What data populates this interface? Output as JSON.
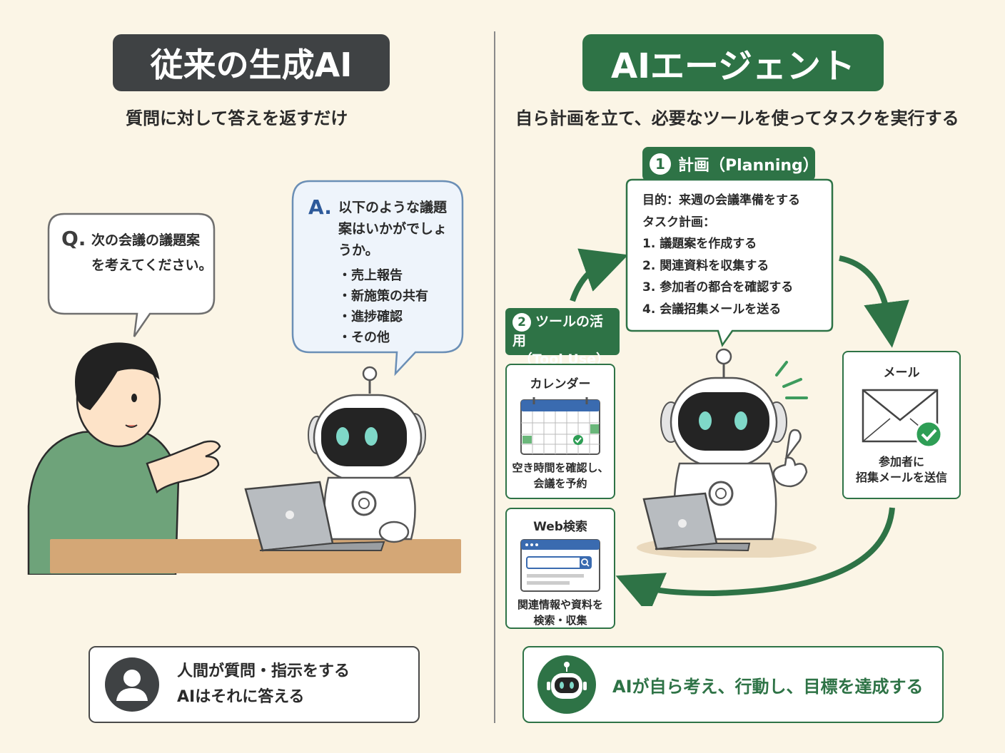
{
  "left": {
    "title": "従来の生成AI",
    "subtitle": "質問に対して答えを返すだけ",
    "question_mark": "Q.",
    "question_text": "次の会議の議題案を考えてください。",
    "answer_mark": "A.",
    "answer_text": "以下のような議題案はいかがでしょうか。",
    "answer_items": [
      "売上報告",
      "新施策の共有",
      "進捗確認",
      "その他"
    ],
    "bottom_line1": "人間が質問・指示をする",
    "bottom_line2": "AIはそれに答える"
  },
  "right": {
    "title": "AIエージェント",
    "subtitle": "自ら計画を立て、必要なツールを使ってタスクを実行する",
    "planning": {
      "number": "1",
      "label": "計画（Planning）",
      "lines": [
        "目的：来週の会議準備をする",
        "タスク計画：",
        "1. 議題案を作成する",
        "2. 関連資料を収集する",
        "3. 参加者の都合を確認する",
        "4. 会議招集メールを送る"
      ]
    },
    "tool_use": {
      "number": "2",
      "label_line1": "ツールの活用",
      "label_line2": "（Tool Use）"
    },
    "calendar": {
      "title": "カレンダー",
      "desc_line1": "空き時間を確認し、",
      "desc_line2": "会議を予約"
    },
    "web": {
      "title": "Web検索",
      "desc_line1": "関連情報や資料を",
      "desc_line2": "検索・収集"
    },
    "mail": {
      "title": "メール",
      "desc_line1": "参加者に",
      "desc_line2": "招集メールを送信"
    },
    "bottom_text": "AIが自ら考え、行動し、目標を達成する"
  },
  "colors": {
    "background": "#fbf5e6",
    "left_title_bg": "#3f4244",
    "green": "#2e7346",
    "answer_blue": "#2e5a9a",
    "robot_eye": "#7fd8c8"
  }
}
